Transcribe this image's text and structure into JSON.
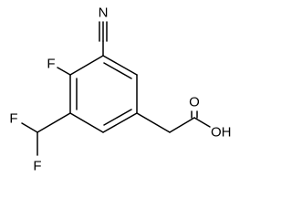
{
  "molecule": {
    "atoms": {
      "nitrile_n": "N",
      "fluoro": "F",
      "difluoro_f1": "F",
      "difluoro_f2": "F",
      "carbonyl_o": "O",
      "hydroxyl": "OH"
    }
  },
  "colors": {
    "ink": "#000000",
    "background": "#ffffff"
  }
}
